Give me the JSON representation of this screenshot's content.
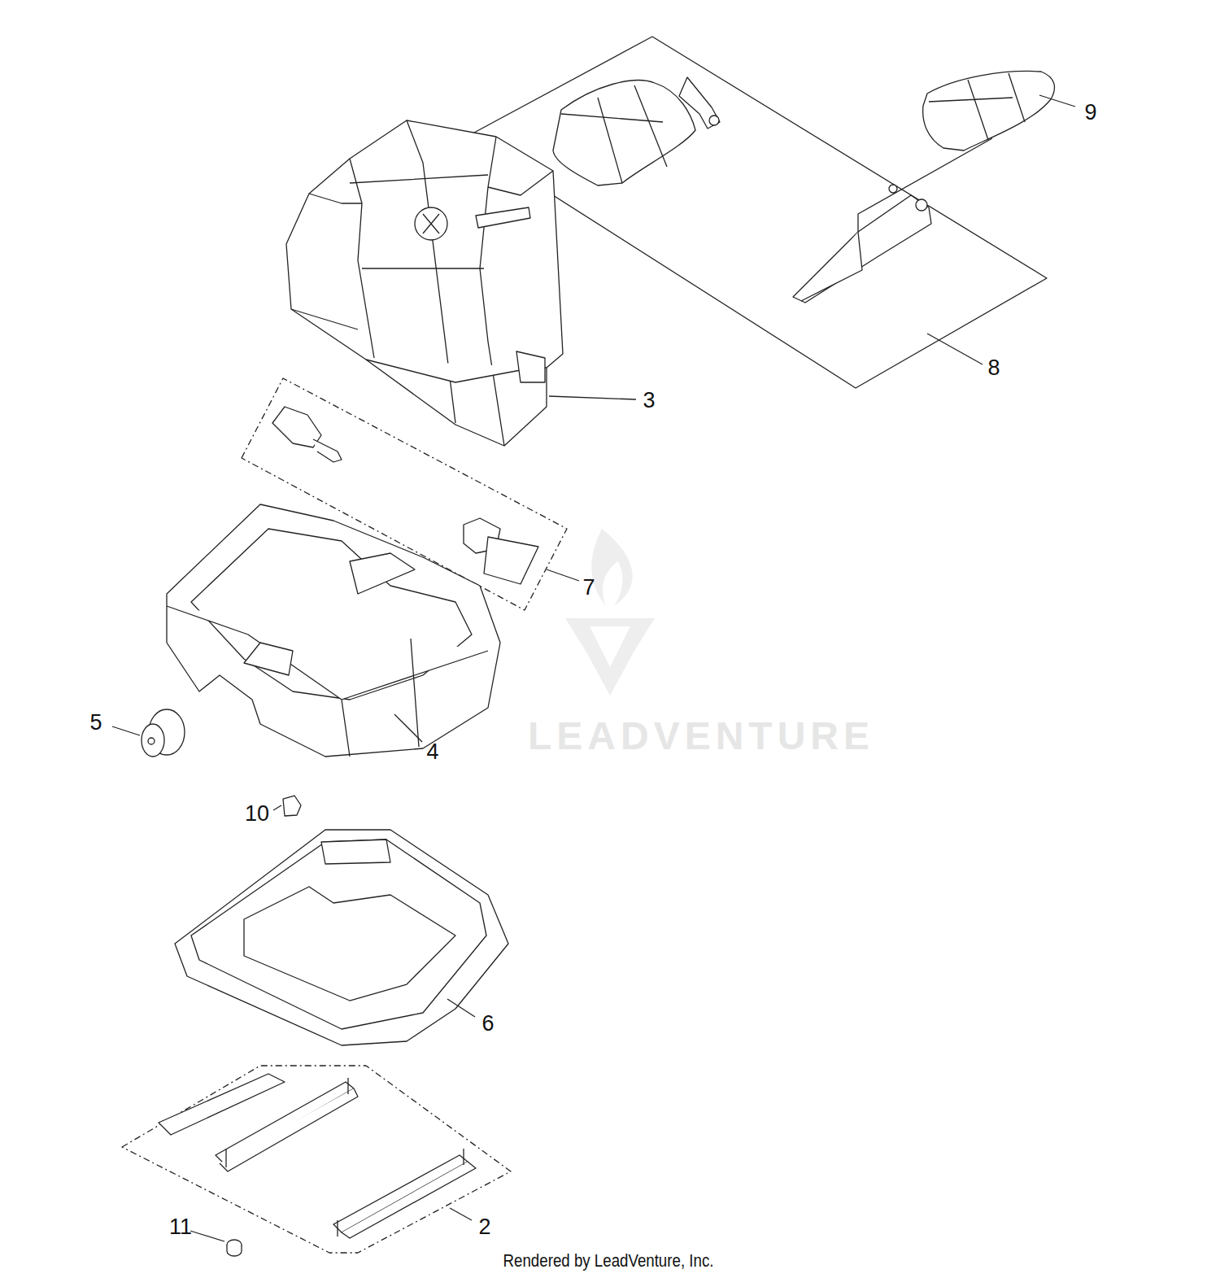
{
  "diagram": {
    "caption": "Rendered by LeadVenture, Inc.",
    "labels": [
      "9",
      "8",
      "3",
      "7",
      "5",
      "4",
      "10",
      "6",
      "11",
      "2",
      "LEADVENTURE"
    ]
  }
}
